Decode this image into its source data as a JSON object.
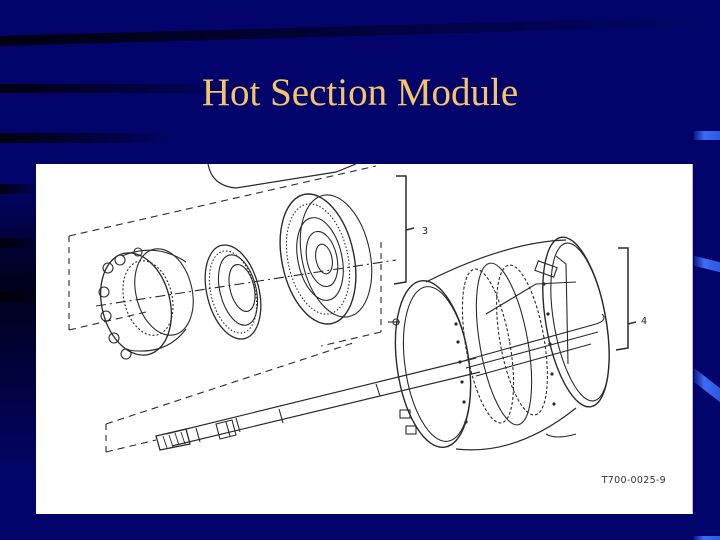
{
  "slide": {
    "title": "Hot Section Module",
    "colors": {
      "background": "#03046b",
      "title": "#f6c46a",
      "accent_streak": "#3c6cf5",
      "panel": "#ffffff"
    }
  },
  "figure": {
    "description": "Exploded line drawing of T700 engine hot section module",
    "callouts": [
      {
        "label": "3"
      },
      {
        "label": "4"
      }
    ],
    "figure_id": "T700-0025-9"
  }
}
